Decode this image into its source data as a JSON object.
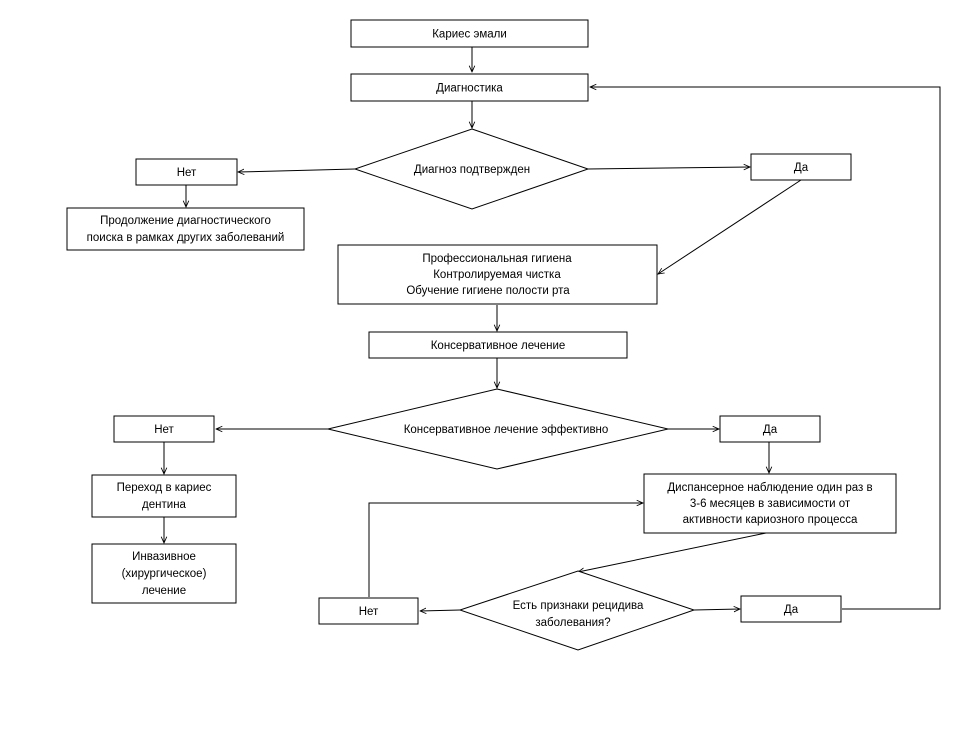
{
  "nodes": {
    "enamel_caries": "Кариес эмали",
    "diagnostics": "Диагностика",
    "diagnosis_confirmed": "Диагноз подтвержден",
    "no_1": "Нет",
    "yes_1": "Да",
    "continue_search": [
      "Продолжение диагностического",
      "поиска в рамках других заболеваний"
    ],
    "hygiene": [
      "Профессиональная гигиена",
      "Контролируемая чистка",
      "Обучение гигиене полости рта"
    ],
    "conservative_treatment": "Консервативное лечение",
    "treatment_effective": "Консервативное лечение эффективно",
    "no_2": "Нет",
    "yes_2": "Да",
    "dentin_caries": [
      "Переход в кариес",
      "дентина"
    ],
    "invasive_treatment": [
      "Инвазивное",
      "(хирургическое)",
      "лечение"
    ],
    "dispensary": [
      "Диспансерное наблюдение один раз в",
      "3-6 месяцев в зависимости от",
      "активности кариозного процесса"
    ],
    "relapse_signs": [
      "Есть признаки рецидива",
      "заболевания?"
    ],
    "no_3": "Нет",
    "yes_3": "Да"
  }
}
